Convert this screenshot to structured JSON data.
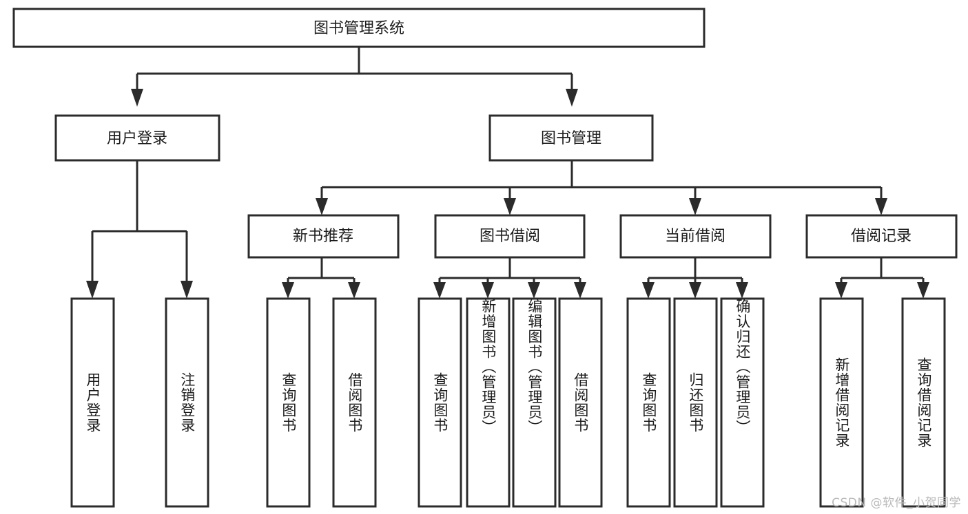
{
  "diagram": {
    "type": "tree",
    "title": "图书管理系统",
    "orientation": "top-down",
    "colors": {
      "box_fill": "#ffffff",
      "box_stroke": "#2b2b2b",
      "text": "#1c1c1c",
      "background": "#ffffff",
      "watermark": "#b9b9b9"
    },
    "root": {
      "label": "图书管理系统",
      "id": "root"
    },
    "level2": [
      {
        "id": "user-login",
        "label": "用户登录"
      },
      {
        "id": "book-manage",
        "label": "图书管理"
      }
    ],
    "level3": [
      {
        "id": "new-book-rec",
        "label": "新书推荐",
        "parent": "book-manage"
      },
      {
        "id": "book-borrow",
        "label": "图书借阅",
        "parent": "book-manage"
      },
      {
        "id": "current-borrow",
        "label": "当前借阅",
        "parent": "book-manage"
      },
      {
        "id": "borrow-record",
        "label": "借阅记录",
        "parent": "book-manage"
      }
    ],
    "leaves": {
      "user-login": [
        {
          "id": "leaf-user-login",
          "label": "用户登录"
        },
        {
          "id": "leaf-user-logout",
          "label": "注销登录"
        }
      ],
      "new-book-rec": [
        {
          "id": "leaf-query-book-1",
          "label": "查询图书"
        },
        {
          "id": "leaf-borrow-book-1",
          "label": "借阅图书"
        }
      ],
      "book-borrow": [
        {
          "id": "leaf-query-book-2",
          "label": "查询图书"
        },
        {
          "id": "leaf-add-book",
          "label": "新增图书（管理员）"
        },
        {
          "id": "leaf-edit-book",
          "label": "编辑图书（管理员）"
        },
        {
          "id": "leaf-borrow-book-2",
          "label": "借阅图书"
        }
      ],
      "current-borrow": [
        {
          "id": "leaf-query-book-3",
          "label": "查询图书"
        },
        {
          "id": "leaf-return-book",
          "label": "归还图书"
        },
        {
          "id": "leaf-confirm-return",
          "label": "确认归还（管理员）"
        }
      ],
      "borrow-record": [
        {
          "id": "leaf-add-record",
          "label": "新增借阅记录"
        },
        {
          "id": "leaf-query-record",
          "label": "查询借阅记录"
        }
      ]
    }
  },
  "watermark": {
    "text": "CSDN @软件_小贺同学"
  }
}
